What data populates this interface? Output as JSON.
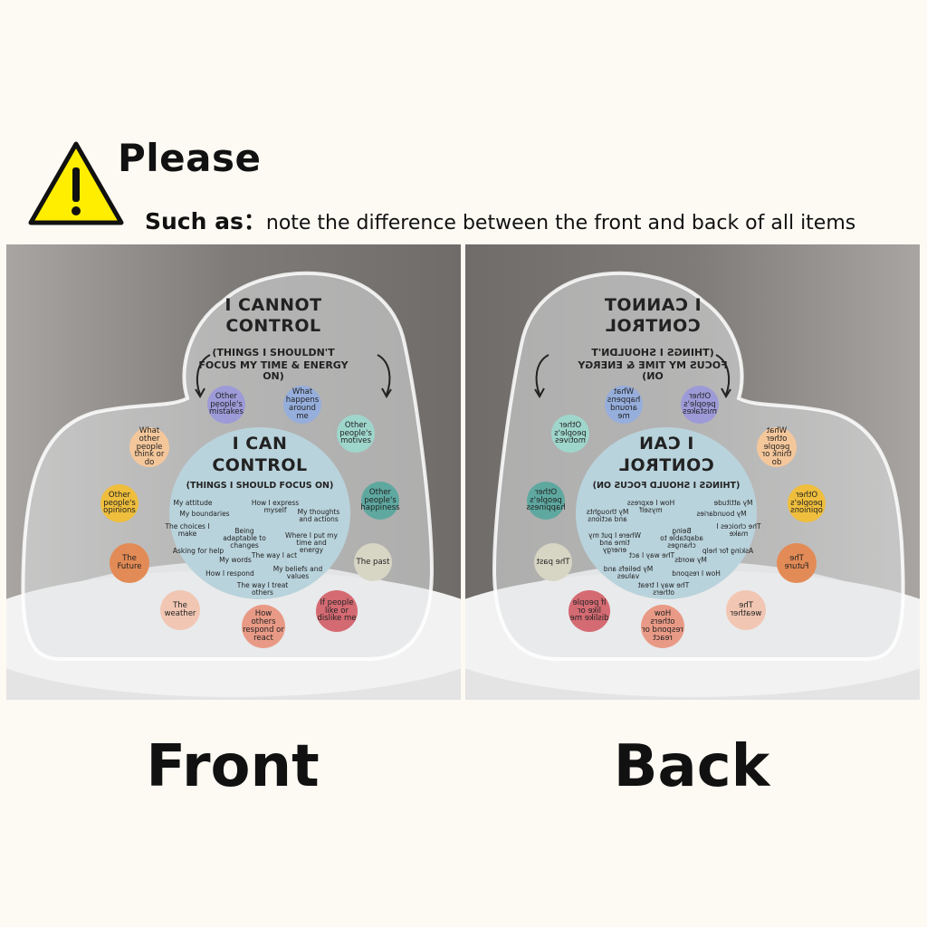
{
  "header": {
    "title": "Please",
    "lead": "Such as：",
    "text": "note the difference between the front and back of all items"
  },
  "product": {
    "heading_line1": "I CANNOT",
    "heading_line2": "CONTROL",
    "sub_line1": "(THINGS I SHOULDN'T",
    "sub_line2": "FOCUS MY TIME & ENERGY ON)",
    "center_line1": "I CAN",
    "center_line2": "CONTROL",
    "center_sub": "(THINGS I SHOULD FOCUS ON)",
    "bubbles": [
      {
        "text": "Other people's mistakes",
        "color": "#9d9ad8"
      },
      {
        "text": "What happens around me",
        "color": "#96aedc"
      },
      {
        "text": "Other people's motives",
        "color": "#9fd6cb"
      },
      {
        "text": "What other people think or do",
        "color": "#f4c79b"
      },
      {
        "text": "Other people's happiness",
        "color": "#5ea8a0"
      },
      {
        "text": "Other people's opinions",
        "color": "#efbe3d"
      },
      {
        "text": "The Future",
        "color": "#e38b56"
      },
      {
        "text": "The past",
        "color": "#d7d5c4"
      },
      {
        "text": "The weather",
        "color": "#f1c6b3"
      },
      {
        "text": "How others respond or react",
        "color": "#e99a86"
      },
      {
        "text": "If people like or dislike me",
        "color": "#d46a72"
      }
    ],
    "items": [
      "My attitude",
      "How I express myself",
      "My boundaries",
      "My thoughts and actions",
      "The choices I make",
      "Being adaptable to changes",
      "Where I put my time and energy",
      "Asking for help",
      "My words",
      "The way I act",
      "My beliefs and values",
      "How I respond",
      "The way I treat others"
    ]
  },
  "labels": {
    "front": "Front",
    "back": "Back"
  }
}
